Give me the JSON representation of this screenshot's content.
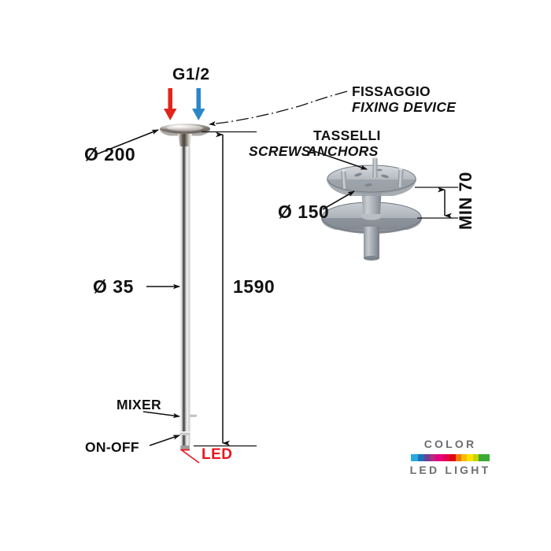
{
  "drawing": {
    "title": "Ceiling mounted shower column technical drawing",
    "labels": {
      "inlet_thread": "G1/2",
      "flange_diameter": "Ø 200",
      "pole_diameter": "Ø 35",
      "total_height": "1590",
      "mixer": "MIXER",
      "on_off": "ON-OFF",
      "led": "LED",
      "fixing_it": "FISSAGGIO",
      "fixing_en": "FIXING DEVICE",
      "anchors_it": "TASSELLI",
      "anchors_en_1": "SCREWS",
      "anchors_en_2": "ANCHORS",
      "bracket_diameter": "Ø 150",
      "min_depth": "MIN 70"
    },
    "logo": {
      "line1": "COLOR",
      "line2": "LED LIGHT"
    },
    "colors": {
      "hot_inlet_arrow": "#e1251b",
      "cold_inlet_arrow": "#2b87c8",
      "led_text": "#e8151c",
      "line": "#1a1a1a",
      "logo_text": "#6d6e71",
      "metal_light": "#f2f2f2",
      "metal_mid": "#9a9a9a",
      "metal_dark": "#4a4a4a"
    }
  }
}
